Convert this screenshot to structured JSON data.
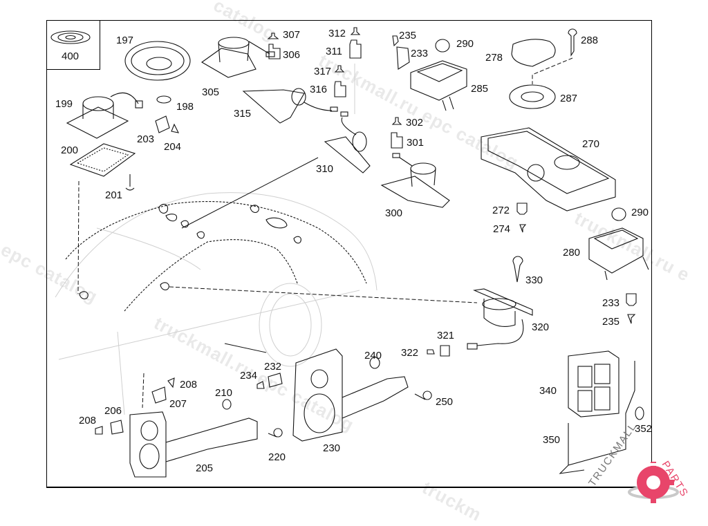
{
  "diagram": {
    "title": "Loudspeaker / audio components exploded parts diagram",
    "inset_part": {
      "number": "400",
      "icon": "cd-disc-icon"
    },
    "part_labels": [
      {
        "id": "197",
        "desc": "oval speaker"
      },
      {
        "id": "199",
        "desc": "speaker with wiring"
      },
      {
        "id": "198",
        "desc": "grommet"
      },
      {
        "id": "200",
        "desc": "speaker grille"
      },
      {
        "id": "201",
        "desc": "screw"
      },
      {
        "id": "203",
        "desc": "connector housing"
      },
      {
        "id": "204",
        "desc": "contact"
      },
      {
        "id": "305",
        "desc": "speaker"
      },
      {
        "id": "307",
        "desc": "contact"
      },
      {
        "id": "306",
        "desc": "connector housing"
      },
      {
        "id": "315",
        "desc": "tweeter housing"
      },
      {
        "id": "312",
        "desc": "contact"
      },
      {
        "id": "311",
        "desc": "connector housing"
      },
      {
        "id": "317",
        "desc": "contact"
      },
      {
        "id": "316",
        "desc": "connector housing"
      },
      {
        "id": "310",
        "desc": "tweeter"
      },
      {
        "id": "235",
        "desc": "contact"
      },
      {
        "id": "233",
        "desc": "connector housing"
      },
      {
        "id": "290",
        "desc": "cap"
      },
      {
        "id": "285",
        "desc": "speaker box"
      },
      {
        "id": "302",
        "desc": "contact"
      },
      {
        "id": "301",
        "desc": "connector housing"
      },
      {
        "id": "300",
        "desc": "speaker"
      },
      {
        "id": "288",
        "desc": "screw"
      },
      {
        "id": "278",
        "desc": "speaker cover"
      },
      {
        "id": "287",
        "desc": "speaker"
      },
      {
        "id": "270",
        "desc": "rear shelf speaker housing"
      },
      {
        "id": "272",
        "desc": "connector housing"
      },
      {
        "id": "274",
        "desc": "contact"
      },
      {
        "id": "290",
        "desc": "cap"
      },
      {
        "id": "280",
        "desc": "speaker box"
      },
      {
        "id": "330",
        "desc": "screw"
      },
      {
        "id": "233",
        "desc": "connector housing"
      },
      {
        "id": "235",
        "desc": "contact"
      },
      {
        "id": "320",
        "desc": "speaker"
      },
      {
        "id": "321",
        "desc": "connector housing"
      },
      {
        "id": "322",
        "desc": "contact"
      },
      {
        "id": "240",
        "desc": "clip"
      },
      {
        "id": "250",
        "desc": "screw"
      },
      {
        "id": "232",
        "desc": "connector housing"
      },
      {
        "id": "234",
        "desc": "contact"
      },
      {
        "id": "230",
        "desc": "door speaker module"
      },
      {
        "id": "220",
        "desc": "screw"
      },
      {
        "id": "210",
        "desc": "clip"
      },
      {
        "id": "208",
        "desc": "contact"
      },
      {
        "id": "207",
        "desc": "connector housing"
      },
      {
        "id": "206",
        "desc": "connector housing"
      },
      {
        "id": "205",
        "desc": "door speaker module"
      },
      {
        "id": "340",
        "desc": "subwoofer"
      },
      {
        "id": "350",
        "desc": "bracket"
      },
      {
        "id": "352",
        "desc": "washer"
      }
    ]
  },
  "watermarks": {
    "text_catalog": "catalog",
    "text_truckmall_1": "truckmall.ru epc catalog",
    "text_truckmall_2": "truckmall.ru epc catalog",
    "text_epc": "l epc catalog",
    "text_truck_bottom": "truckm",
    "text_truck_right": "truckmall.ru e",
    "text_catalog_mid": "catalog"
  },
  "logo": {
    "brand_left": "TRUCKMALL",
    "brand_right": "PARTS",
    "accent_color": "#e8456a",
    "secondary_color": "#777777"
  }
}
